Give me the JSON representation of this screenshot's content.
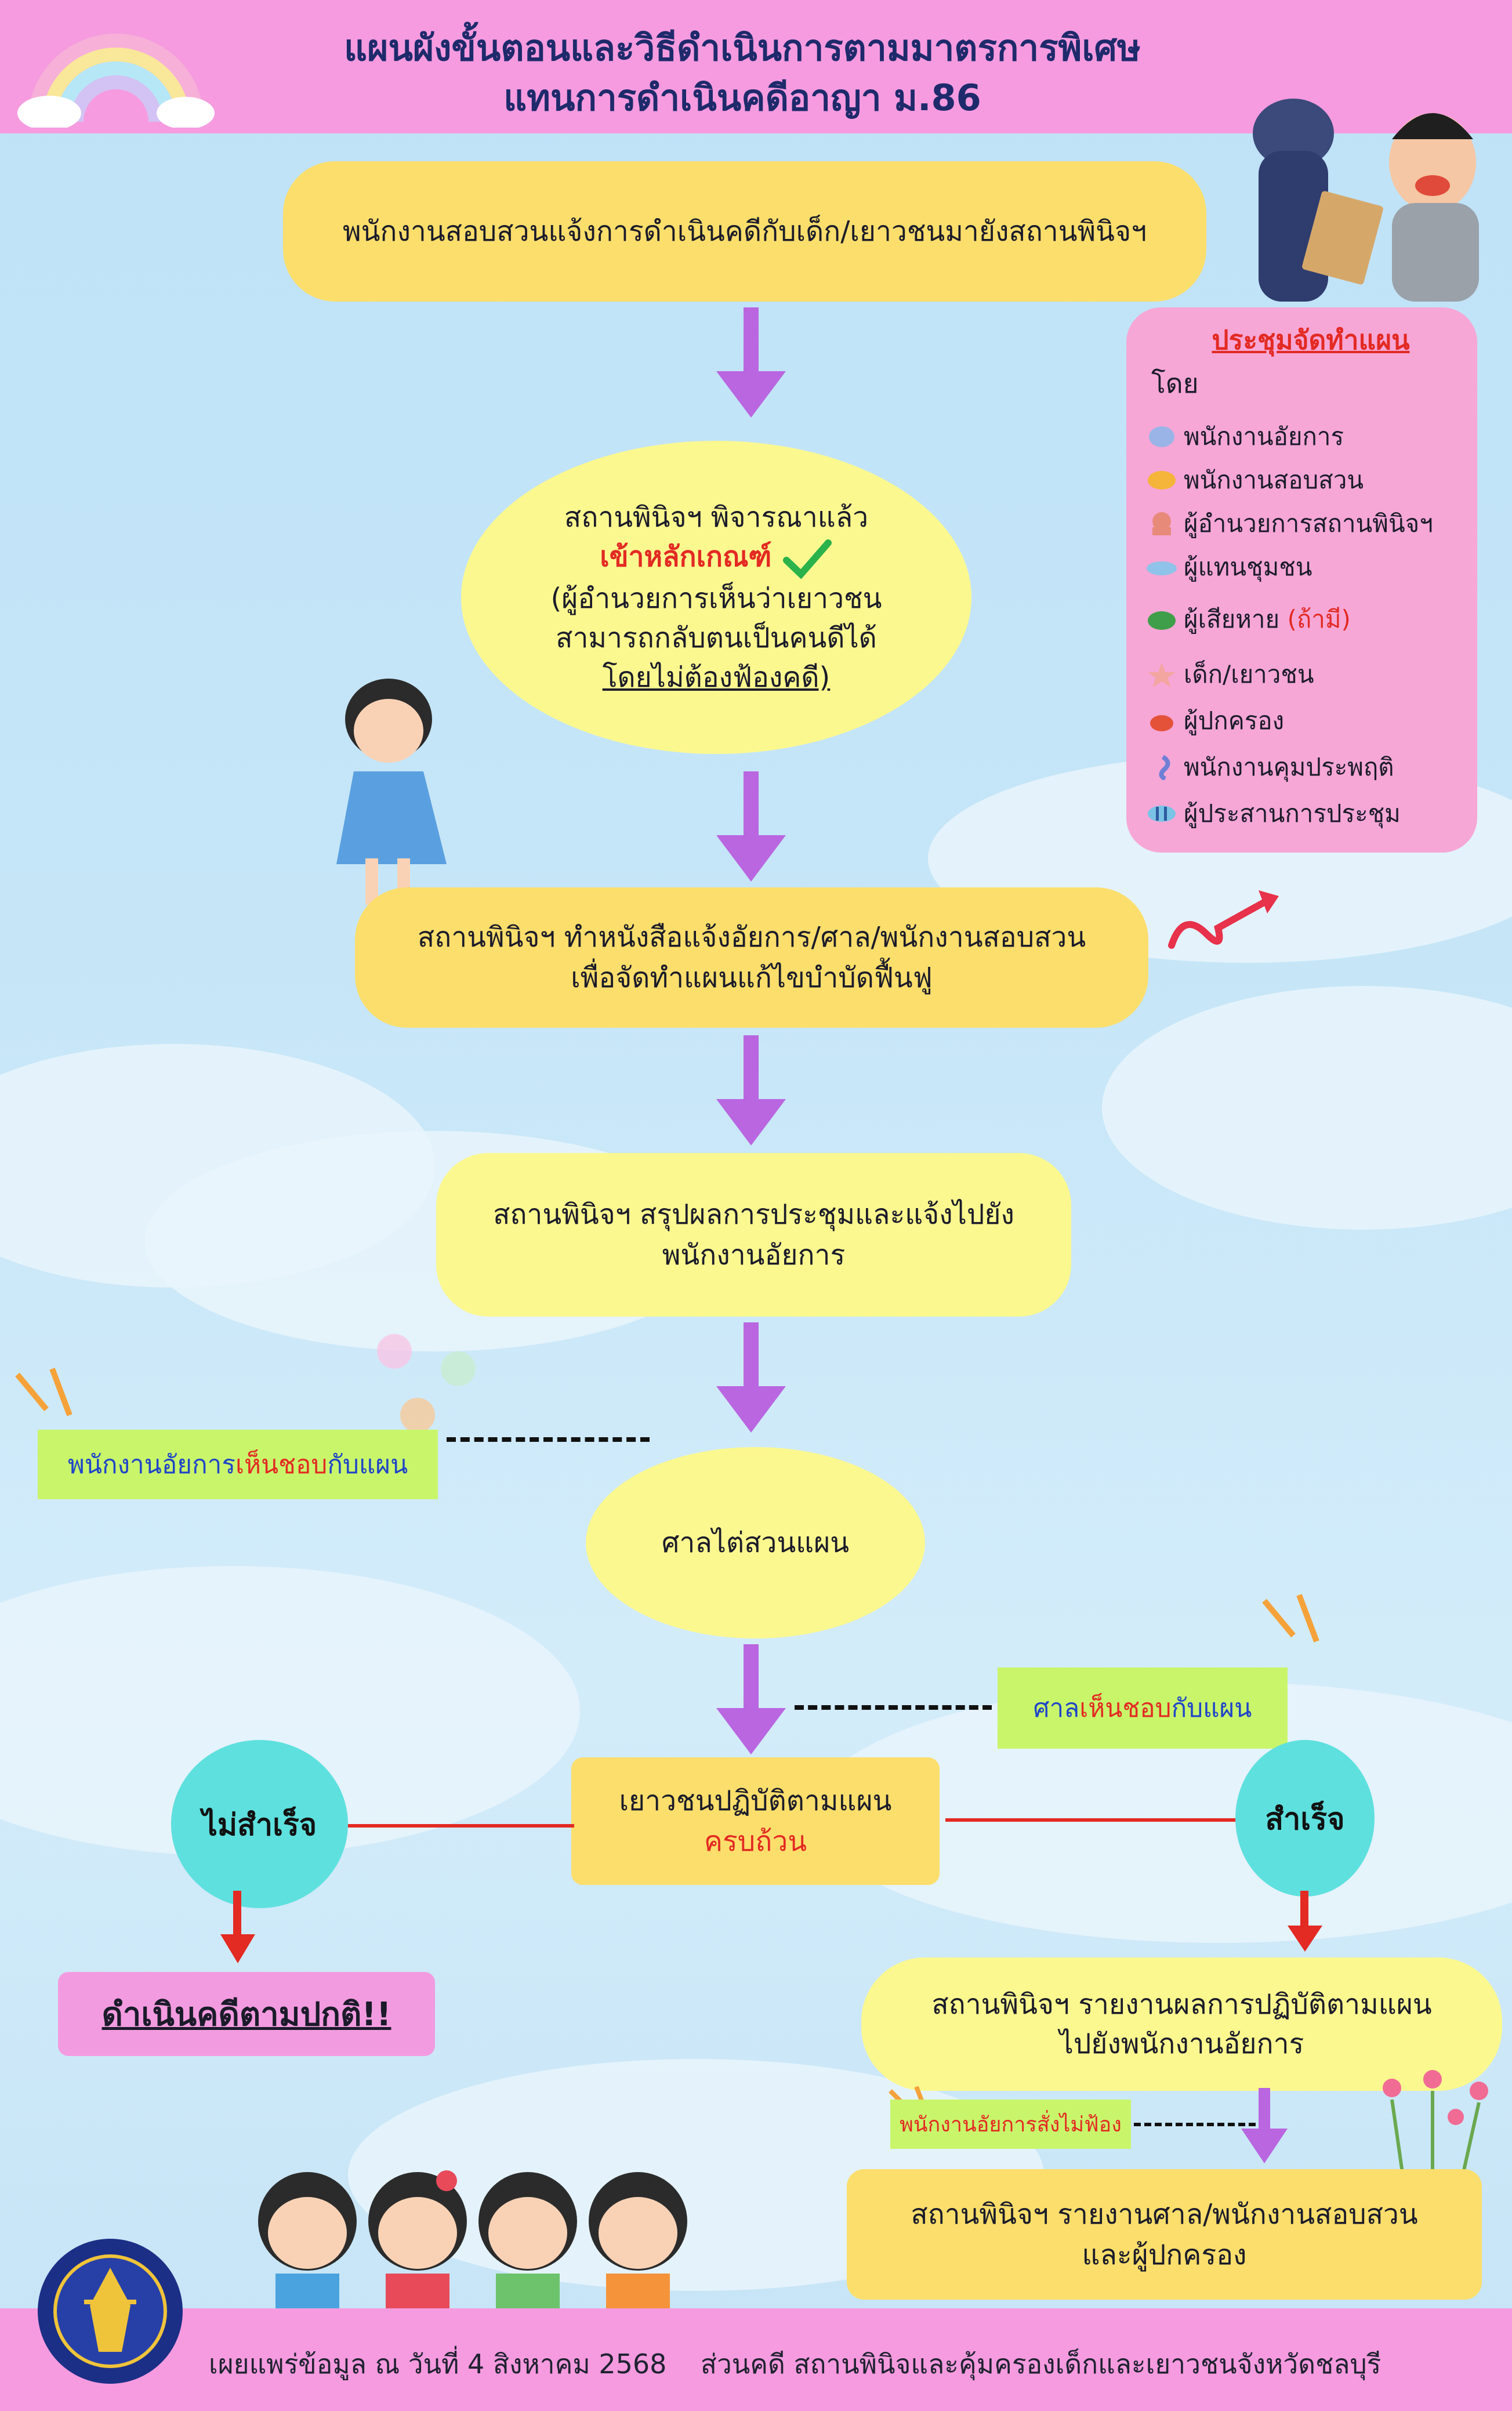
{
  "header": {
    "title_line1": "แผนผังขั้นตอนและวิธีดำเนินการตามมาตรการพิเศษ",
    "title_line2": "แทนการดำเนินคดีอาญา ม.86"
  },
  "flow": {
    "step1": "พนักงานสอบสวนแจ้งการดำเนินคดีกับเด็ก/เยาวชนมายังสถานพินิจฯ",
    "step2_line1": "สถานพินิจฯ พิจารณาแล้ว",
    "step2_criteria": "เข้าหลักเกณฑ์",
    "step2_line3": "(ผู้อำนวยการเห็นว่าเยาวชน",
    "step2_line4": "สามารถกลับตนเป็นคนดีได้",
    "step2_line5": "โดยไม่ต้องฟ้องคดี)",
    "step3_line1": "สถานพินิจฯ ทำหนังสือแจ้งอัยการ/ศาล/พนักงานสอบสวน",
    "step3_line2": "เพื่อจัดทำแผนแก้ไขบำบัดฟื้นฟู",
    "step4_line1": "สถานพินิจฯ สรุปผลการประชุมและแจ้งไปยัง",
    "step4_line2": "พนักงานอัยการ",
    "step5": "ศาลไต่สวนแผน",
    "step6_line1": "เยาวชนปฏิบัติตามแผน",
    "step6_line2": "ครบถ้วน",
    "fail": "ไม่สำเร็จ",
    "success": "สำเร็จ",
    "fail_result": "ดำเนินคดีตามปกติ!!",
    "success_report_line1": "สถานพินิจฯ รายงานผลการปฏิบัติตามแผน",
    "success_report_line2": "ไปยังพนักงานอัยการ",
    "final_line1": "สถานพินิจฯ รายงานศาล/พนักงานสอบสวน",
    "final_line2": "และผู้ปกครอง"
  },
  "notes": {
    "prosecutor_pre": "พนักงานอัยการ",
    "prosecutor_agree": "เห็นชอบ",
    "prosecutor_post": "กับแผน",
    "court_pre": "ศาล",
    "court_agree": "เห็นชอบ",
    "court_post": "กับแผน",
    "no_prosecute": "พนักงานอัยการสั่งไม่ฟ้อง"
  },
  "meeting": {
    "title": "ประชุมจัดทำแผน",
    "by": "โดย",
    "members": [
      {
        "label": "พนักงานอัยการ",
        "icon": "shell-icon"
      },
      {
        "label": "พนักงานสอบสวน",
        "icon": "fish-icon"
      },
      {
        "label": "ผู้อำนวยการสถานพินิจฯ",
        "icon": "octopus-icon"
      },
      {
        "label": "ผู้แทนชุมชน",
        "icon": "dolphin-icon"
      },
      {
        "label": "ผู้เสียหาย",
        "icon": "turtle-icon",
        "note": "(ถ้ามี)"
      },
      {
        "label": "เด็ก/เยาวชน",
        "icon": "starfish-icon"
      },
      {
        "label": "ผู้ปกครอง",
        "icon": "crab-icon"
      },
      {
        "label": "พนักงานคุมประพฤติ",
        "icon": "seahorse-icon"
      },
      {
        "label": "ผู้ประสานการประชุม",
        "icon": "striped-fish-icon"
      }
    ]
  },
  "footer": {
    "published": "เผยแพร่ข้อมูล ณ วันที่ 4 สิงหาคม 2568",
    "dept": "ส่วนคดี สถานพินิจและคุ้มครองเด็กและเยาวชนจังหวัดชลบุรี"
  },
  "colors": {
    "header_bg": "#f69be0",
    "title": "#1e2a6b",
    "step_box": "#fbde6c",
    "ellipse": "#fbf890",
    "arrow": "#b966e0",
    "accent_red": "#e32a23",
    "accent_blue": "#1f45c9",
    "note_green": "#c9f56b",
    "circle": "#5ee0de"
  }
}
